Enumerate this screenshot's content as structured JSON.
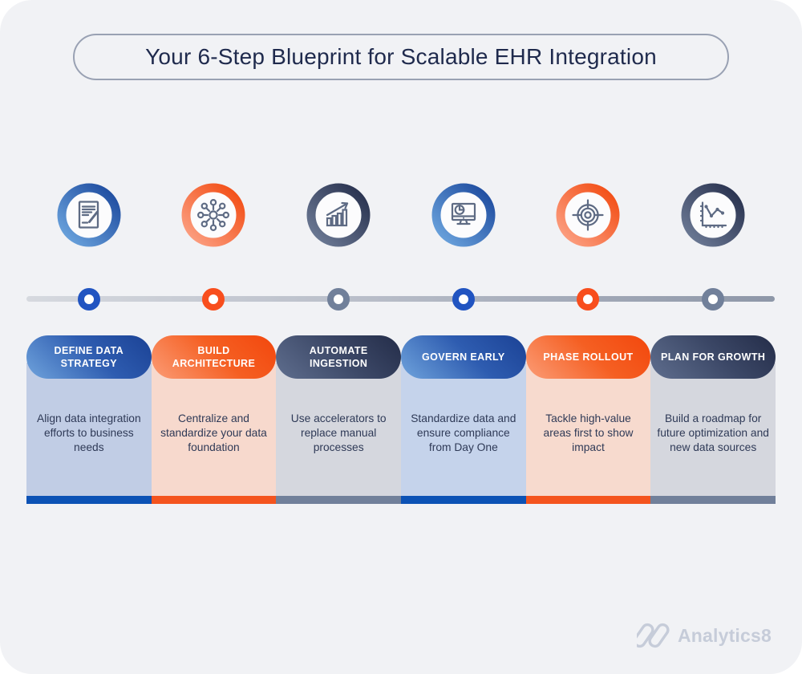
{
  "title": "Your 6-Step Blueprint for Scalable EHR Integration",
  "steps": [
    {
      "theme": "blue",
      "icon": "document-pen-icon",
      "label": "DEFINE DATA STRATEGY",
      "description": "Align data integration efforts to business needs"
    },
    {
      "theme": "orange",
      "icon": "hub-network-icon",
      "label": "BUILD ARCHITECTURE",
      "description": "Centralize and standardize your data foundation"
    },
    {
      "theme": "slate",
      "icon": "growth-chart-icon",
      "label": "AUTOMATE INGESTION",
      "description": "Use accelerators to replace manual processes"
    },
    {
      "theme": "blue",
      "icon": "monitor-pie-icon",
      "label": "GOVERN EARLY",
      "description": "Standardize data and ensure compliance from Day One"
    },
    {
      "theme": "orange",
      "icon": "target-icon",
      "label": "PHASE ROLLOUT",
      "description": "Tackle high-value areas first to show impact"
    },
    {
      "theme": "slate",
      "icon": "line-chart-icon",
      "label": "PLAN FOR GROWTH",
      "description": "Build a roadmap for future optimization and new data sources"
    }
  ],
  "colors": {
    "canvas_bg": "#F1F2F5",
    "blue_accent": "#0C52B5",
    "orange_accent": "#F4541E",
    "slate_accent": "#71809A",
    "title_text": "#1F2A4D",
    "body_text": "#2F3A57"
  },
  "footer": {
    "brand": "Analytics8"
  }
}
